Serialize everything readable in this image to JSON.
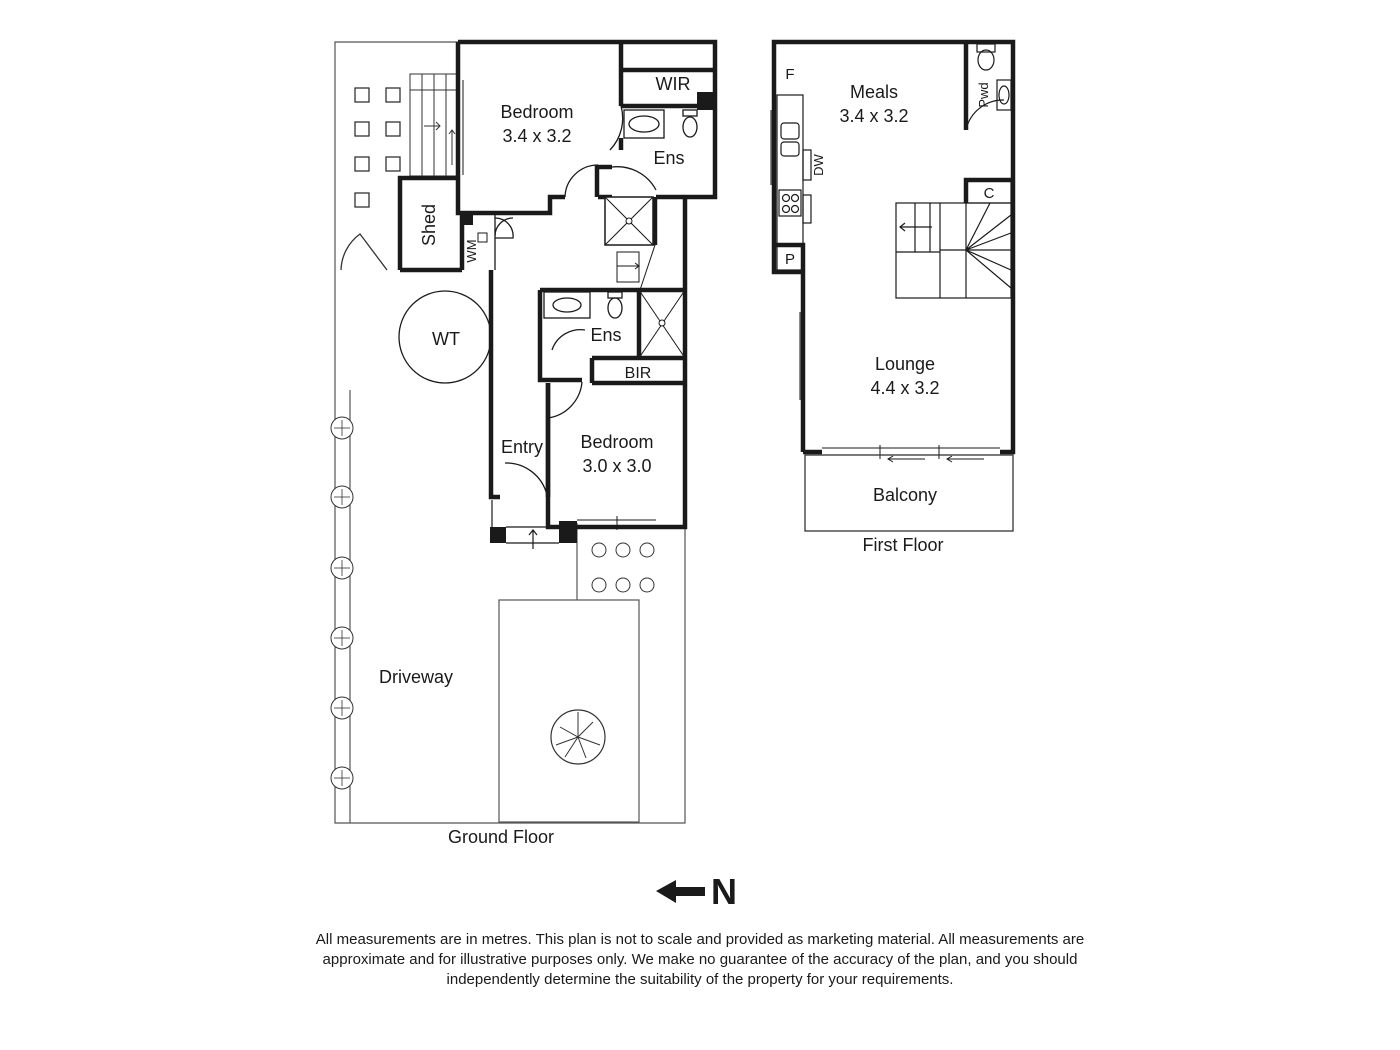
{
  "ground_floor": {
    "caption": "Ground Floor",
    "bedroom1": {
      "name": "Bedroom",
      "size": "3.4 x 3.2"
    },
    "wir": "WIR",
    "ens1": "Ens",
    "shed": "Shed",
    "wm": "WM",
    "wt": "WT",
    "ens2": "Ens",
    "bir": "BIR",
    "entry": "Entry",
    "bedroom2": {
      "name": "Bedroom",
      "size": "3.0 x 3.0"
    },
    "driveway": "Driveway"
  },
  "first_floor": {
    "caption": "First Floor",
    "meals": {
      "name": "Meals",
      "size": "3.4 x 3.2"
    },
    "f": "F",
    "pwd": "Pwd",
    "dw": "DW",
    "c": "C",
    "p": "P",
    "lounge": {
      "name": "Lounge",
      "size": "4.4 x 3.2"
    },
    "balcony": "Balcony"
  },
  "compass": {
    "label": "N"
  },
  "disclaimer": {
    "line1": "All measurements are in metres. This plan is not to scale and provided as marketing material. All measurements are",
    "line2": "approximate and for illustrative purposes only. We make no guarantee of the accuracy of the plan, and you should",
    "line3": "independently determine the suitability of the property for your requirements."
  }
}
